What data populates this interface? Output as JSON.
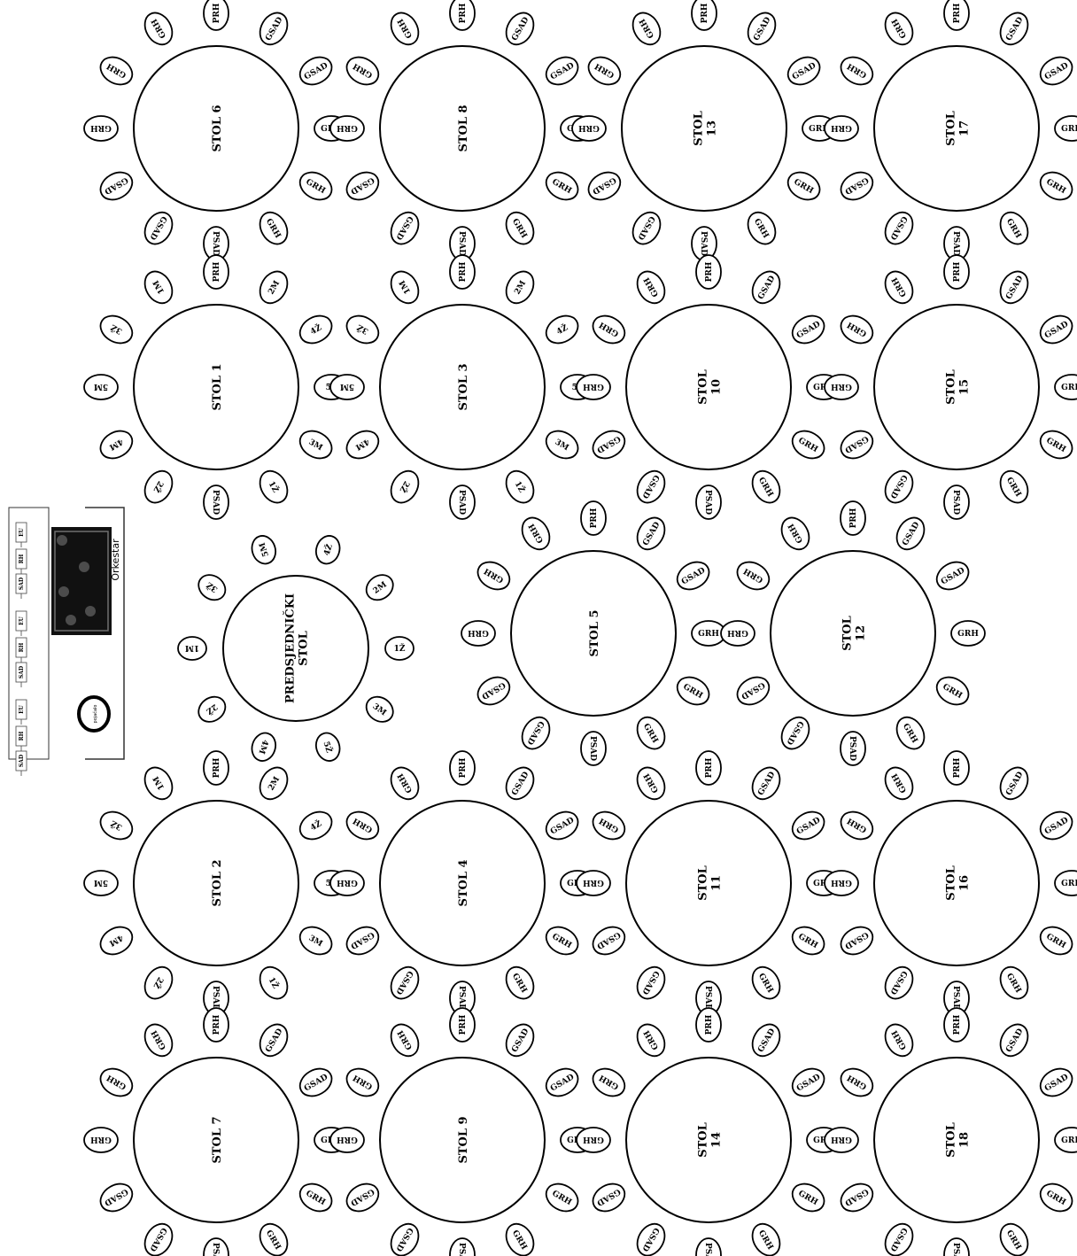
{
  "seat_sets": {
    "guest": [
      "GRH",
      "GRH",
      "GRH",
      "PSAD",
      "GSAD",
      "GSAD",
      "GRH",
      "GRH",
      "GRH",
      "PRH",
      "GSAD",
      "GSAD"
    ],
    "numbered": [
      "5Ž",
      "3M",
      "1Ž",
      "PSAD",
      "2Ž",
      "4M",
      "5M",
      "3Ž",
      "1M",
      "PRH",
      "2M",
      "4Ž"
    ],
    "head": [
      "2M",
      "1Ž",
      "3M",
      "5Ž",
      "4M",
      "2Ž",
      "1M",
      "3Ž",
      "5M",
      "4Ž"
    ]
  },
  "tables": [
    {
      "id": "t6",
      "label": [
        "STOL 6"
      ],
      "seats": "guest"
    },
    {
      "id": "t8",
      "label": [
        "STOL 8"
      ],
      "seats": "guest"
    },
    {
      "id": "t13",
      "label": [
        "STOL",
        "13"
      ],
      "seats": "guest"
    },
    {
      "id": "t17",
      "label": [
        "STOL",
        "17"
      ],
      "seats": "guest"
    },
    {
      "id": "t1",
      "label": [
        "STOL 1"
      ],
      "seats": "numbered"
    },
    {
      "id": "t3",
      "label": [
        "STOL 3"
      ],
      "seats": "numbered"
    },
    {
      "id": "t10",
      "label": [
        "STOL",
        "10"
      ],
      "seats": "guest"
    },
    {
      "id": "t15",
      "label": [
        "STOL",
        "15"
      ],
      "seats": "guest"
    },
    {
      "id": "head",
      "label": [
        "PREDSJEDNIČKI",
        "STOL"
      ],
      "seats": "head"
    },
    {
      "id": "t5",
      "label": [
        "STOL 5"
      ],
      "seats": "guest"
    },
    {
      "id": "t12",
      "label": [
        "STOL",
        "12"
      ],
      "seats": "guest"
    },
    {
      "id": "t2",
      "label": [
        "STOL 2"
      ],
      "seats": "numbered"
    },
    {
      "id": "t4",
      "label": [
        "STOL 4"
      ],
      "seats": "guest"
    },
    {
      "id": "t11",
      "label": [
        "STOL",
        "11"
      ],
      "seats": "guest"
    },
    {
      "id": "t16",
      "label": [
        "STOL",
        "16"
      ],
      "seats": "guest"
    },
    {
      "id": "t7",
      "label": [
        "STOL 7"
      ],
      "seats": "guest"
    },
    {
      "id": "t9",
      "label": [
        "STOL 9"
      ],
      "seats": "guest"
    },
    {
      "id": "t14",
      "label": [
        "STOL",
        "14"
      ],
      "seats": "guest"
    },
    {
      "id": "t18",
      "label": [
        "STOL",
        "18"
      ],
      "seats": "guest"
    }
  ],
  "stage": {
    "label": "Orkestar",
    "drum_label": "pojačalo",
    "equipment_labels": [
      "SAD",
      "RH",
      "EU"
    ]
  }
}
